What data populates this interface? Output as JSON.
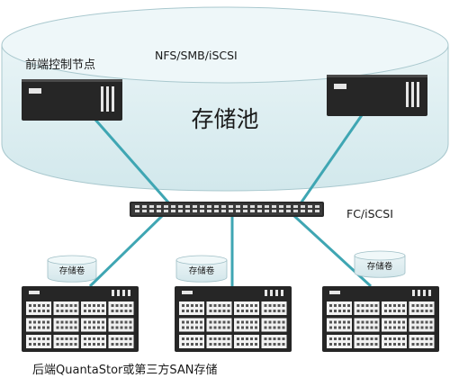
{
  "pool": {
    "title": "存储池",
    "frontend_label": "前端控制节点",
    "protocol_front": "NFS/SMB/iSCSI"
  },
  "switch": {
    "protocol_back": "FC/iSCSI"
  },
  "backend": {
    "volume_labels": [
      "存储卷",
      "存储卷",
      "存储卷"
    ],
    "caption": "后端QuantaStor或第三方SAN存储"
  },
  "colors": {
    "pool_fill": "#dcedf0",
    "pool_stroke": "#9fbfc6",
    "link": "#3fa6b3",
    "device_body": "#262626",
    "bay": "#f2f2f2"
  }
}
